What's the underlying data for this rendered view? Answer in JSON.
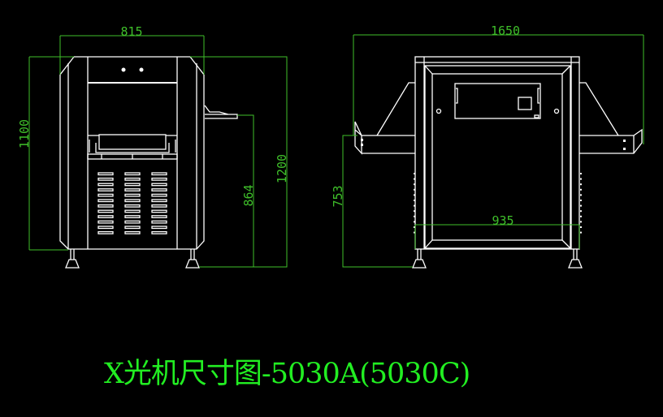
{
  "title": "X光机尺寸图-5030A(5030C)",
  "front_view": {
    "width_label": "815",
    "height_label": "1100",
    "overall_height_label": "1200",
    "conveyor_height_label": "864"
  },
  "side_view": {
    "length_label": "1650",
    "body_width_label": "935",
    "conveyor_height_label": "753"
  },
  "colors": {
    "background": "#000000",
    "lines": "#ffffff",
    "dimensions": "#3fbf2a",
    "title": "#22ee22"
  }
}
